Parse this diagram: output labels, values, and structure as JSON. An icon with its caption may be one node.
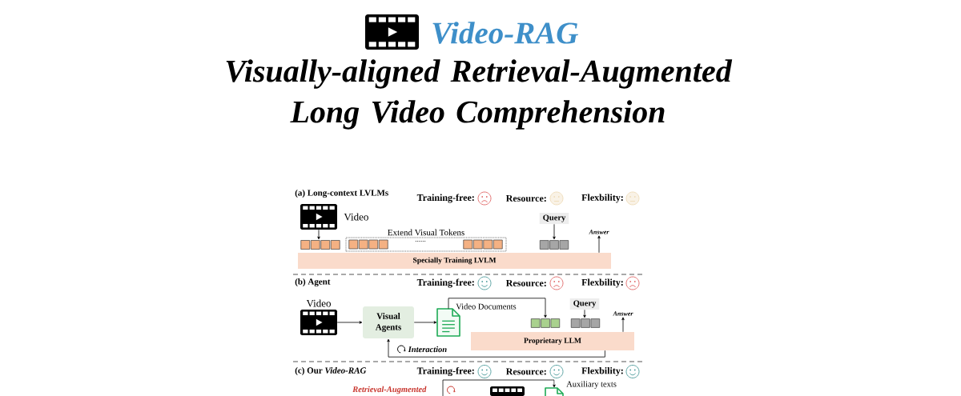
{
  "diagram": {
    "title": "Video-RAG",
    "nodes": [
      {
        "text": [],
        "shape": "picture",
        "beside": [
          "Video"
        ]
      },
      {
        "text": [],
        "shape": "box"
      },
      {
        "text": [
          "Extend Visual Tokens",
          "......"
        ]
      },
      {
        "text": [],
        "shape": "box",
        "in": 2
      },
      {
        "text": [],
        "shape": "box",
        "in": 2
      },
      {
        "text": [
          "Query"
        ]
      },
      {
        "text": [],
        "shape": "box"
      },
      {
        "text": [
          "Answer"
        ]
      },
      {
        "text": [
          "Specially Training LVLM"
        ]
      },
      {
        "text": [],
        "shape": "picture",
        "beside": [
          "Video"
        ]
      },
      {
        "text": [
          "Visual Agents"
        ]
      },
      {
        "text": [],
        "shape": "picture"
      },
      {
        "text": [],
        "shape": "box"
      },
      {
        "text": [
          "Query"
        ]
      },
      {
        "text": [],
        "shape": "box"
      },
      {
        "text": [
          "Answer"
        ]
      },
      {
        "text": [
          "Proprietary LLM"
        ]
      },
      {
        "text": [],
        "shape": "picture"
      },
      {
        "text": [],
        "shape": "picture"
      }
    ],
    "edges": [
      {
        "from": 0,
        "to": 1,
        "arrow": "to"
      },
      {
        "from": 5,
        "to": 6,
        "arrow": "to"
      },
      {
        "from": 8,
        "to": 7,
        "arrow": "to"
      },
      {
        "from": 9,
        "to": 10,
        "arrow": "to"
      },
      {
        "from": 10,
        "to": 11,
        "arrow": "to"
      },
      {
        "from": 11,
        "to": 12,
        "arrow": "to",
        "label": "Video Documents"
      },
      {
        "from": 13,
        "to": 14,
        "arrow": "to"
      },
      {
        "from": 16,
        "to": 15,
        "arrow": "to"
      },
      {
        "from": 16,
        "to": 10,
        "arrow": "to",
        "label": "Interaction"
      },
      {
        "from": null,
        "to": 18,
        "arrow": "to",
        "label": "Auxiliary texts"
      }
    ],
    "labels": [
      "Visually-aligned Retrieval-Augmented Long Video Comprehension",
      "(a) Long-context LVLMs",
      "Training-free:",
      "Resource:",
      "Flexbility:",
      "(b) Agent",
      "Training-free:",
      "Resource:",
      "Flexbility:",
      "(c) Our *Video-RAG*",
      "Training-free:",
      "Resource:",
      "Flexbility:",
      "Retrieval-Augmented"
    ]
  }
}
